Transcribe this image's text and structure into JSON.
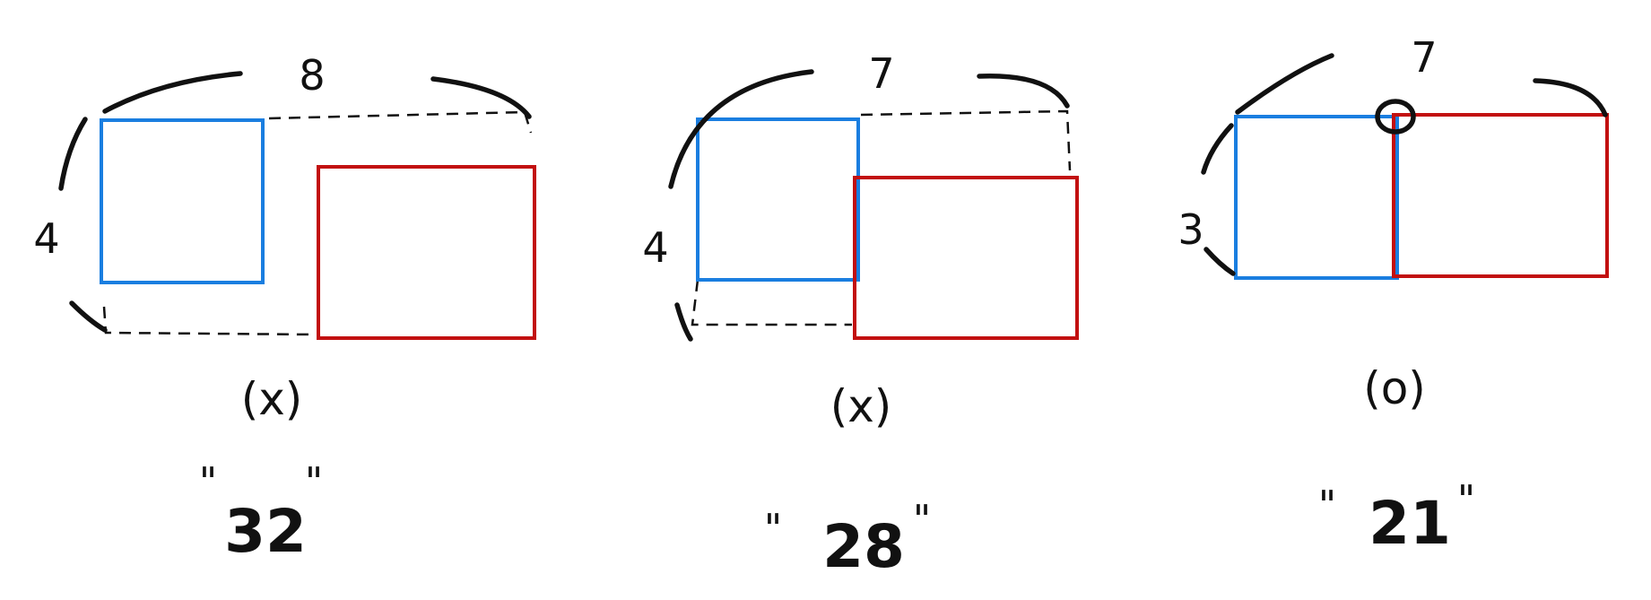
{
  "colors": {
    "first_rect": "#1a7ee0",
    "second_rect": "#c21010",
    "ink": "#111111",
    "background": "#ffffff"
  },
  "panels": [
    {
      "top_label": "8",
      "side_label": "4",
      "verdict": "(x)",
      "area": "32"
    },
    {
      "top_label": "7",
      "side_label": "4",
      "verdict": "(x)",
      "area": "28"
    },
    {
      "top_label": "7",
      "side_label": "3",
      "verdict": "(o)",
      "area": "21"
    }
  ]
}
